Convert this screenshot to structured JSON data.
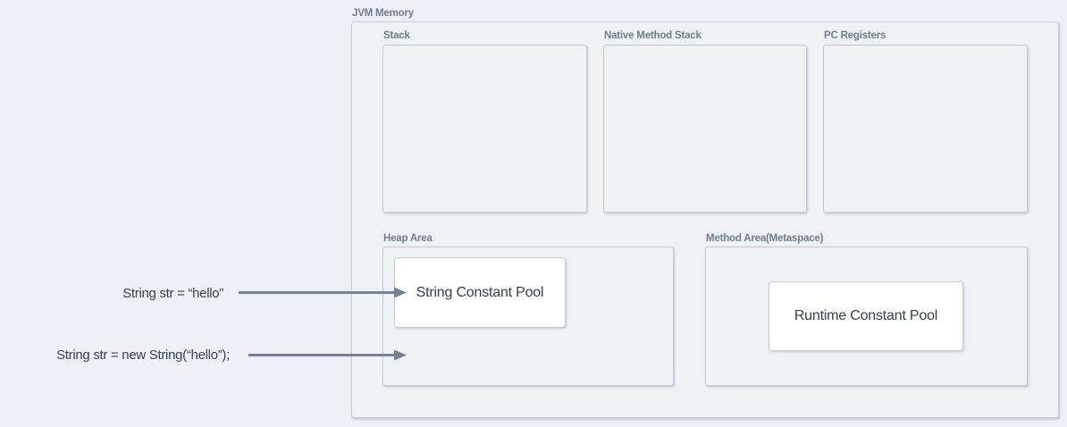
{
  "colors": {
    "background": "#edf1f5",
    "region_border": "#c3cbd4",
    "pool_border": "#c6cdd5",
    "pool_fill": "#ffffff",
    "arrow": "#76828f",
    "label_text": "#717d8b",
    "code_text": "#36414f"
  },
  "jvm_memory": {
    "label": "JVM Memory",
    "stack": {
      "label": "Stack"
    },
    "native_method_stack": {
      "label": "Native Method Stack"
    },
    "pc_registers": {
      "label": "PC Registers"
    },
    "heap_area": {
      "label": "Heap Area",
      "string_constant_pool": {
        "label": "String Constant Pool"
      }
    },
    "method_area": {
      "label": "Method Area(Metaspace)",
      "runtime_constant_pool": {
        "label": "Runtime Constant Pool"
      }
    }
  },
  "annotations": [
    {
      "code": "String str = “hello”",
      "points_to": "String Constant Pool"
    },
    {
      "code": "String str = new String(“hello”);",
      "points_to": "Heap Area"
    }
  ]
}
